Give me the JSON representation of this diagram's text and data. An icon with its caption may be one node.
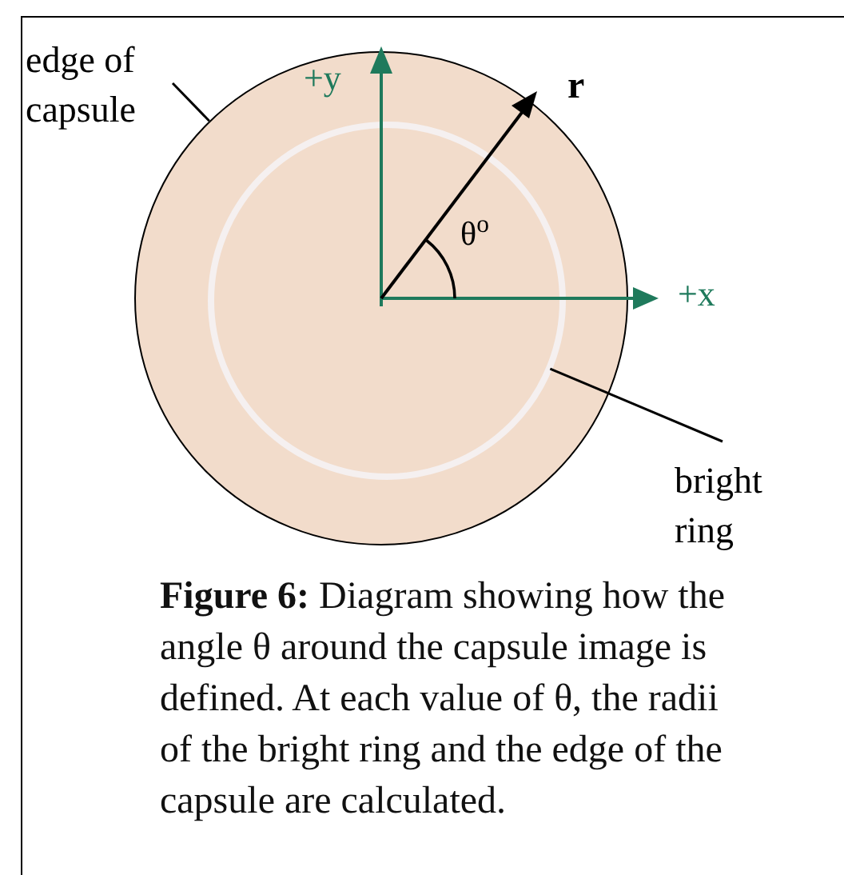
{
  "diagram": {
    "caption": "**Figure 6:** Diagram showing how the angle θ around the capsule image is defined. At each value of θ, the radii of the bright ring and the edge of the capsule are calculated.",
    "nodes": [
      {
        "text": [
          "edge of capsule"
        ]
      },
      {
        "text": [],
        "shape": "circle"
      },
      {
        "text": [],
        "shape": "circle",
        "in": 1
      },
      {
        "text": [
          "bright ring"
        ]
      }
    ],
    "edges": [
      {
        "from": 0,
        "to": 1,
        "arrow": "none"
      },
      {
        "from": 3,
        "to": 2,
        "arrow": "none"
      }
    ],
    "labels": [
      "+y",
      "r",
      "θ$^{o}$",
      "+x"
    ]
  }
}
